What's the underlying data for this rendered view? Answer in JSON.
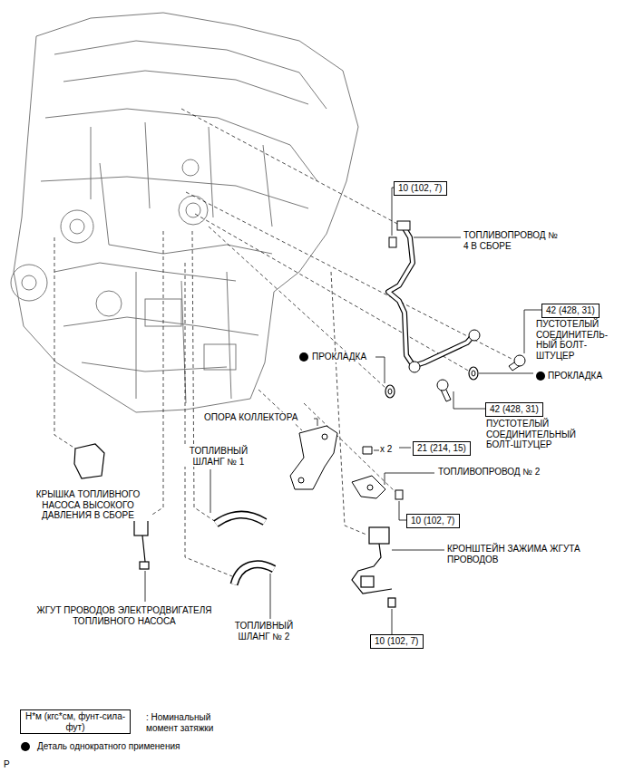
{
  "diagram": {
    "nodes": [
      {
        "text": [
          "10 (102, 7)"
        ]
      },
      {
        "text": [
          "42 (428, 31)"
        ]
      },
      {
        "text": [
          "42 (428, 31)"
        ]
      },
      {
        "text": [
          "21 (214, 15)"
        ]
      },
      {
        "text": [
          "10 (102, 7)"
        ]
      },
      {
        "text": [
          "10 (102, 7)"
        ]
      },
      {
        "text": [
          "Н*м (кгс*см, фунт-сила-фут)"
        ]
      }
    ],
    "labels": [
      "ТОПЛИВОПРОВОД № 4 В СБОРЕ",
      "ПУСТОТЕЛЫЙ СОЕДИНИТЕЛЬ- НЫЙ БОЛТ- ШТУЦЕР",
      "ПРОКЛАДКА",
      "ПРОКЛАДКА",
      "ПУСТОТЕЛЫЙ СОЕДИНИТЕЛЬНЫЙ БОЛТ-ШТУЦЕР",
      "ОПОРА КОЛЛЕКТОРА",
      "x 2",
      "ТОПЛИВНЫЙ ШЛАНГ № 1",
      "ТОПЛИВОПРОВОД № 2",
      "КРЫШКА ТОПЛИВНОГО НАСОСА ВЫСОКОГО ДАВЛЕНИЯ В СБОРЕ",
      "КРОНШТЕЙН ЗАЖИМА ЖГУТА ПРОВОДОВ",
      "ЖГУТ ПРОВОДОВ ЭЛЕКТРОДВИГАТЕЛЯ ТОПЛИВНОГО НАСОСА",
      "ТОПЛИВНЫЙ ШЛАНГ № 2",
      ": Номинальный момент затяжки",
      "P"
    ],
    "legend": [
      {
        "text": "Деталь однократного применения",
        "color": "#000000"
      }
    ]
  }
}
